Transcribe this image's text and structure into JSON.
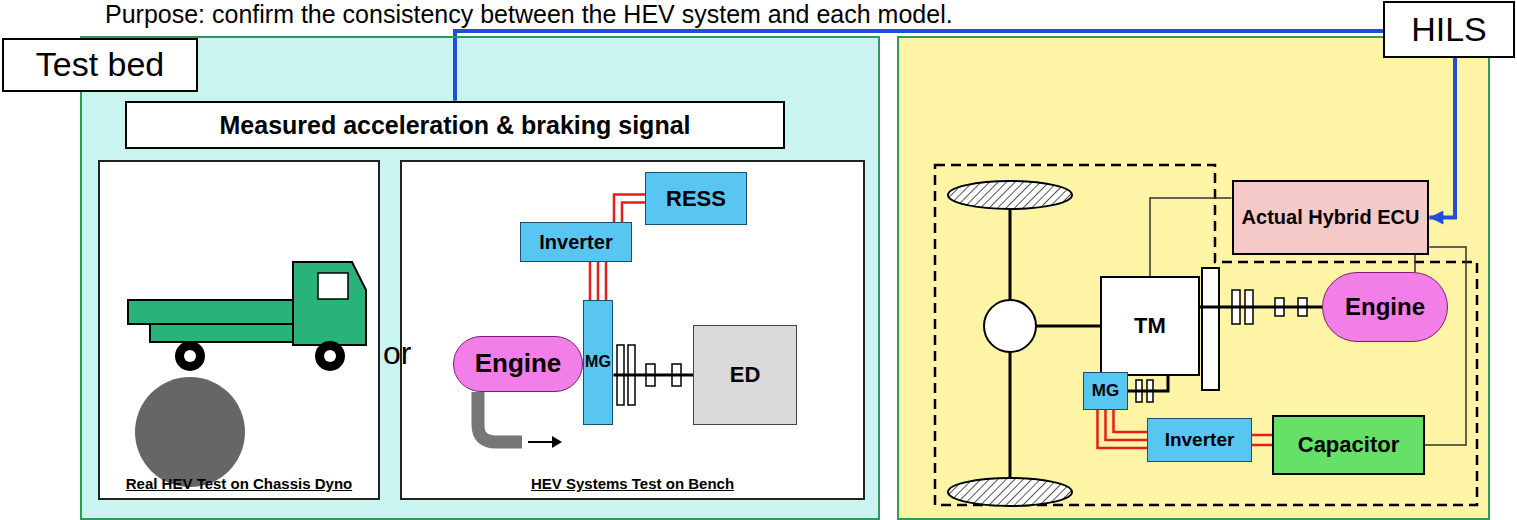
{
  "diagram": {
    "title": "Purpose: confirm the consistency between the HEV system and each model.",
    "nodes": [
      {
        "text": [
          "Test bed"
        ]
      },
      {
        "text": [
          "Measured acceleration & braking signal"
        ],
        "in": 0
      },
      {
        "text": [
          "Real HEV Test on Chassis Dyno"
        ],
        "in": 0
      },
      {
        "text": [
          "HEV Systems Test on Bench"
        ],
        "in": 0
      },
      {
        "text": [
          "Inverter"
        ],
        "in": 3
      },
      {
        "text": [
          "RESS"
        ],
        "in": 3
      },
      {
        "text": [
          "Engine"
        ],
        "in": 3
      },
      {
        "text": [
          "MG"
        ],
        "in": 3
      },
      {
        "text": [
          "ED"
        ],
        "in": 3
      },
      {
        "text": [
          "HILS"
        ]
      },
      {
        "text": [
          "Actual Hybrid ECU"
        ],
        "in": 9
      },
      {
        "text": [
          "TM"
        ],
        "in": 9
      },
      {
        "text": [
          "Engine"
        ],
        "in": 9
      },
      {
        "text": [
          "MG"
        ],
        "in": 9
      },
      {
        "text": [
          "Inverter"
        ],
        "in": 9
      },
      {
        "text": [
          "Capacitor"
        ],
        "in": 9
      }
    ],
    "edges": [
      {
        "from": 1,
        "to": 10,
        "arrow": "to"
      },
      {
        "from": 4,
        "to": 5,
        "arrow": "none"
      },
      {
        "from": 4,
        "to": 7,
        "arrow": "none"
      },
      {
        "from": 7,
        "to": 8,
        "arrow": "none"
      },
      {
        "from": 10,
        "to": 11,
        "arrow": "none"
      },
      {
        "from": 10,
        "to": 12,
        "arrow": "none"
      },
      {
        "from": 10,
        "to": 15,
        "arrow": "none"
      },
      {
        "from": 11,
        "to": 12,
        "arrow": "none"
      },
      {
        "from": 13,
        "to": 11,
        "arrow": "none"
      },
      {
        "from": 13,
        "to": 14,
        "arrow": "none"
      },
      {
        "from": 14,
        "to": 15,
        "arrow": "none"
      }
    ],
    "labels": [
      "or"
    ]
  }
}
